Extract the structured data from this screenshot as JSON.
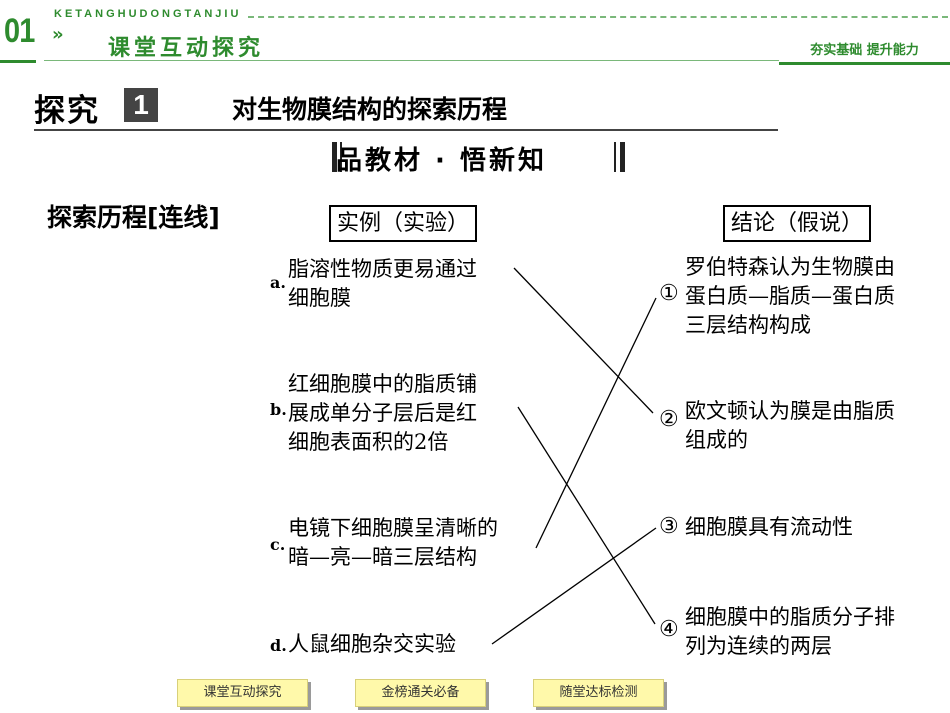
{
  "header": {
    "section_number": "01",
    "chevron": "»",
    "pinyin": "KETANGHUDONGTANJIU",
    "section_title": "课堂互动探究",
    "slogan": "夯实基础  提升能力"
  },
  "exploration": {
    "tag": "探究",
    "number": "1",
    "topic": "对生物膜结构的探索历程"
  },
  "subtitle": "品教材 · 悟新知",
  "main": {
    "label": "探索历程[连线]",
    "left_header": "实例（实验）",
    "right_header": "结论（假说）",
    "examples": [
      {
        "letter": "a.",
        "lines": [
          "脂溶性物质更易通过",
          "细胞膜"
        ]
      },
      {
        "letter": "b.",
        "lines": [
          "红细胞膜中的脂质铺",
          "展成单分子层后是红",
          "细胞表面积的2倍"
        ]
      },
      {
        "letter": "c.",
        "lines": [
          "电镜下细胞膜呈清晰的",
          "暗—亮—暗三层结构"
        ]
      },
      {
        "letter": "d.",
        "lines": [
          "人鼠细胞杂交实验"
        ]
      }
    ],
    "conclusions": [
      {
        "marker": "①",
        "lines": [
          "罗伯特森认为生物膜由",
          "蛋白质—脂质—蛋白质",
          "三层结构构成"
        ]
      },
      {
        "marker": "②",
        "lines": [
          "欧文顿认为膜是由脂质",
          "组成的"
        ]
      },
      {
        "marker": "③",
        "lines": [
          "细胞膜具有流动性"
        ]
      },
      {
        "marker": "④",
        "lines": [
          "细胞膜中的脂质分子排",
          "列为连续的两层"
        ]
      }
    ]
  },
  "nav": {
    "btn1": "课堂互动探究",
    "btn2": "金榜通关必备",
    "btn3": "随堂达标检测"
  },
  "colors": {
    "brand_green": "#2e8b2e",
    "nav_button": "#fff9aa"
  }
}
